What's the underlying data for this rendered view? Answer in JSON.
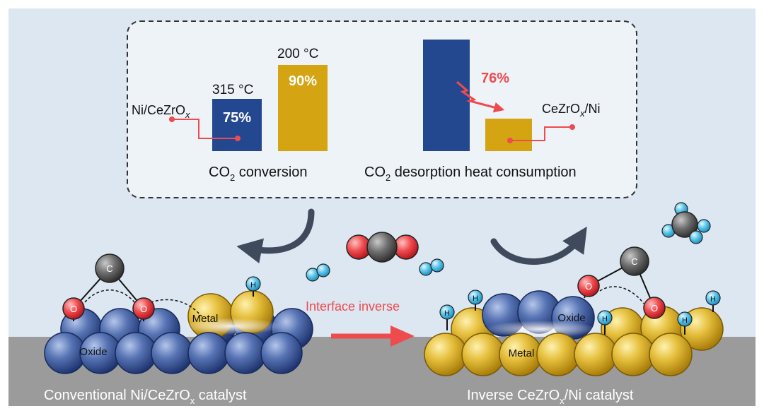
{
  "panel": {
    "conversion": {
      "bar1_temp": "315 °C",
      "bar1_value": "75%",
      "bar2_temp": "200 °C",
      "bar2_value": "90%",
      "label_prefix": "CO",
      "label_sub": "2",
      "label_suffix": " conversion",
      "left_callout_main": "Ni/CeZrO",
      "left_callout_italic": "x"
    },
    "desorption": {
      "reduction": "76%",
      "label_prefix": "CO",
      "label_sub": "2",
      "label_suffix": " desorption heat consumption",
      "right_callout_main": "CeZrO",
      "right_callout_italic": "x",
      "right_callout_tail": "/Ni"
    }
  },
  "scene": {
    "arrow_label": "Interface inverse",
    "left_metal": "Metal",
    "left_oxide": "Oxide",
    "right_metal": "Metal",
    "right_oxide": "Oxide",
    "carbon": "C",
    "oxygen": "O",
    "hydrogen": "H"
  },
  "captions": {
    "left_main": "Conventional Ni/CeZrO",
    "left_sub": "x",
    "left_tail": " catalyst",
    "right_main": "Inverse CeZrO",
    "right_sub": "x",
    "right_tail": "/Ni catalyst"
  },
  "colors": {
    "background": "#dde7f1",
    "ground": "#9b9b9b",
    "blue": "#24488f",
    "gold": "#d4a412",
    "red": "#ee4b4f",
    "arrow": "#3f4b5c"
  }
}
